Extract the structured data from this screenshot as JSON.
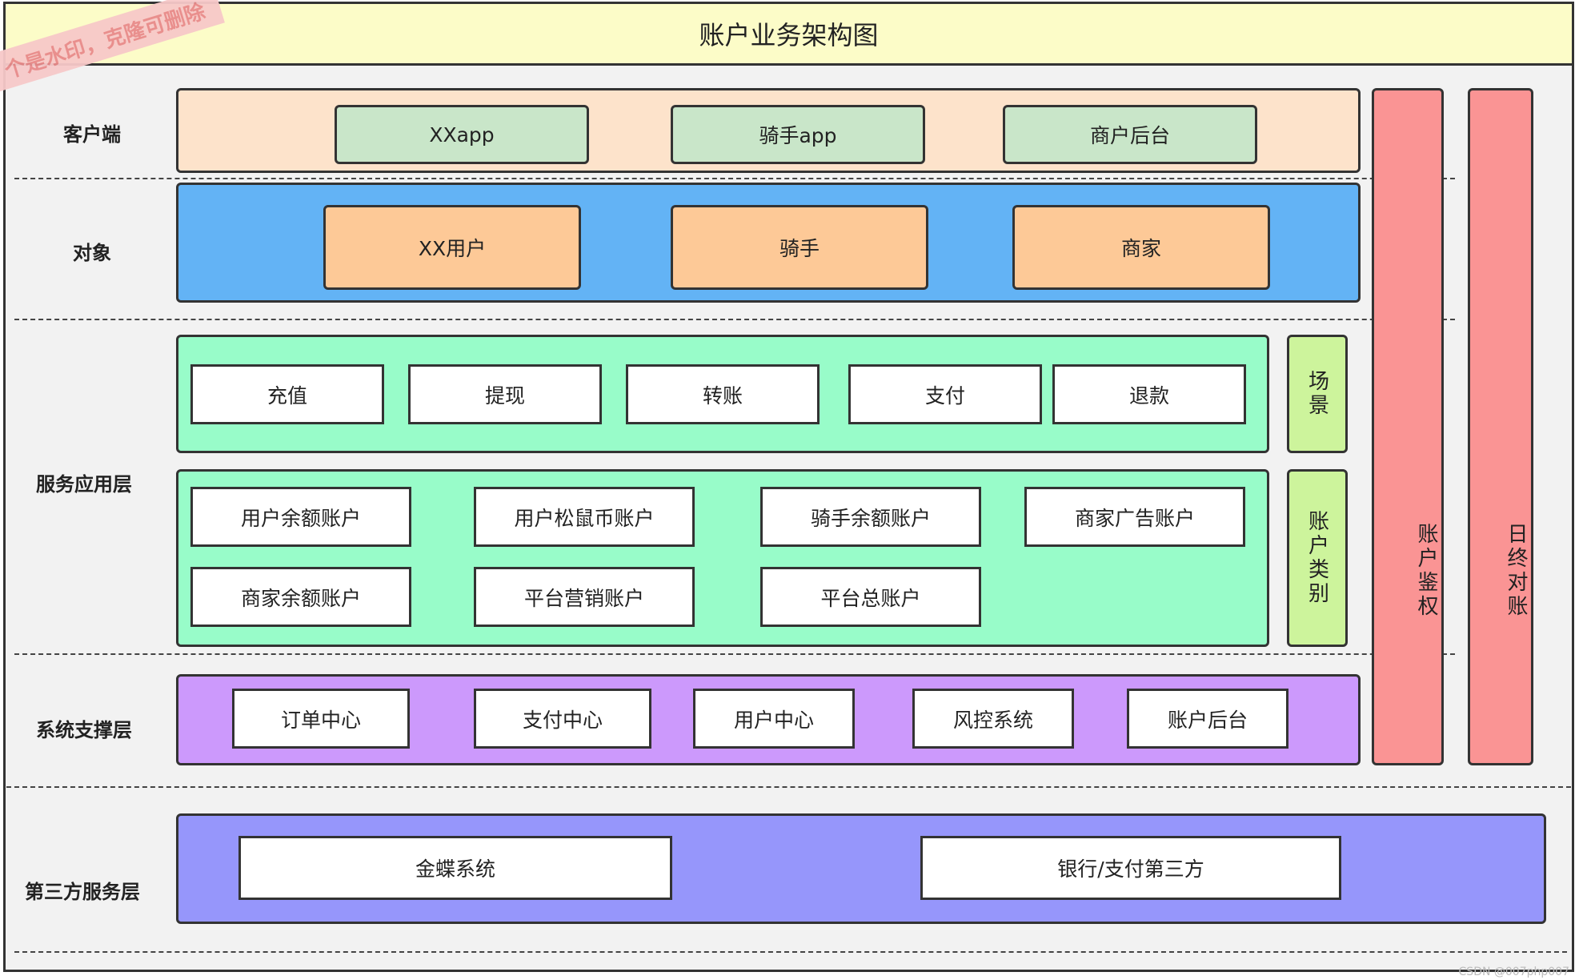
{
  "title": "账户业务架构图",
  "watermark": "个是水印，克隆可删除",
  "credit": "CSDN @007php007",
  "colors": {
    "client_bg": "#fde3cb",
    "client_box": "#c9e6c9",
    "object_bg": "#63b3f5",
    "object_box": "#fdc997",
    "service_bg": "#98fcc9",
    "side_green": "#cdf49c",
    "support_bg": "#cc99fc",
    "third_bg": "#9696fb",
    "red_column": "#fa9494"
  },
  "rows": {
    "client": "客户端",
    "object": "对象",
    "service": "服务应用层",
    "support": "系统支撑层",
    "third": "第三方服务层"
  },
  "client_items": [
    "XXapp",
    "骑手app",
    "商户后台"
  ],
  "object_items": [
    "XX用户",
    "骑手",
    "商家"
  ],
  "scene_items": [
    "充值",
    "提现",
    "转账",
    "支付",
    "退款"
  ],
  "scene_label": "场景",
  "account_items": [
    "用户余额账户",
    "用户松鼠币账户",
    "骑手余额账户",
    "商家广告账户",
    "商家余额账户",
    "平台营销账户",
    "平台总账户"
  ],
  "account_label": "账户类别",
  "support_items": [
    "订单中心",
    "支付中心",
    "用户中心",
    "风控系统",
    "账户后台"
  ],
  "third_items": [
    "金蝶系统",
    "银行/支付第三方"
  ],
  "side_columns": [
    "账户鉴权",
    "日终对账"
  ]
}
